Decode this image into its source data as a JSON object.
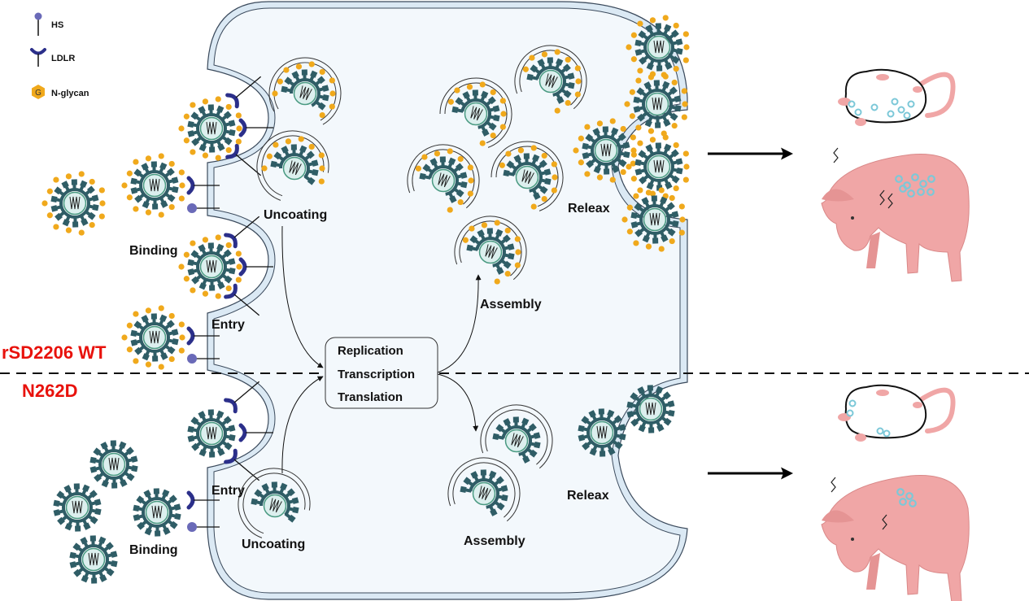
{
  "legend": {
    "items": [
      {
        "icon": "hs-receptor-icon",
        "label": "HS"
      },
      {
        "icon": "ldlr-receptor-icon",
        "label": "LDLR"
      },
      {
        "icon": "n-glycan-icon",
        "label": "N-glycan",
        "glyph": "G"
      }
    ]
  },
  "conditions": {
    "top": "rSD2206 WT",
    "bottom": "N262D"
  },
  "stages": {
    "binding": "Binding",
    "entry": "Entry",
    "uncoating": "Uncoating",
    "assembly": "Assembly",
    "release": "Releax"
  },
  "process_box": {
    "lines": [
      "Replication",
      "Transcription",
      "Translation"
    ]
  },
  "colors": {
    "condition_label": "#e8120c",
    "cell_fill": "#f3f8fc",
    "membrane": "#dbe9f4",
    "ldlr": "#2b2f8a",
    "hs": "#6a6ab8",
    "glycan": "#f0a91c",
    "capsid": "#2f5d66",
    "capsid_light": "#8fc9c4",
    "pig": "#f0a6a6",
    "lesion": "#7cc8d8"
  },
  "outcomes": {
    "wt": {
      "mouse_lesions": "many",
      "pig_lesions": "many"
    },
    "mutant": {
      "mouse_lesions": "few",
      "pig_lesions": "few"
    }
  }
}
